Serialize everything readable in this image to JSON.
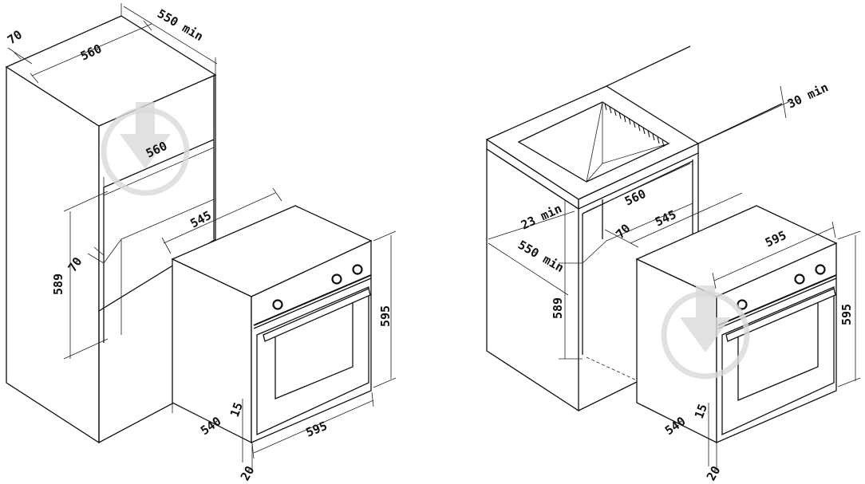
{
  "left_diagram": {
    "dims": {
      "niche_depth": "550 min",
      "top_gap": "70",
      "niche_width": "560",
      "inner_width": "560",
      "oven_depth": "545",
      "niche_height": "589",
      "side_gap": "70",
      "oven_height": "595",
      "oven_width": "595",
      "oven_body_depth": "540",
      "panel_thickness": "15",
      "door_thickness": "20"
    }
  },
  "right_diagram": {
    "dims": {
      "top_clearance": "30 min",
      "rear_gap": "23 min",
      "niche_width": "560",
      "cabinet_depth": "550 min",
      "oven_depth": "545",
      "back_gap": "70",
      "niche_height": "589",
      "oven_width": "595",
      "oven_height": "595",
      "oven_body_depth": "540",
      "panel_thickness": "15",
      "door_thickness": "20"
    }
  }
}
